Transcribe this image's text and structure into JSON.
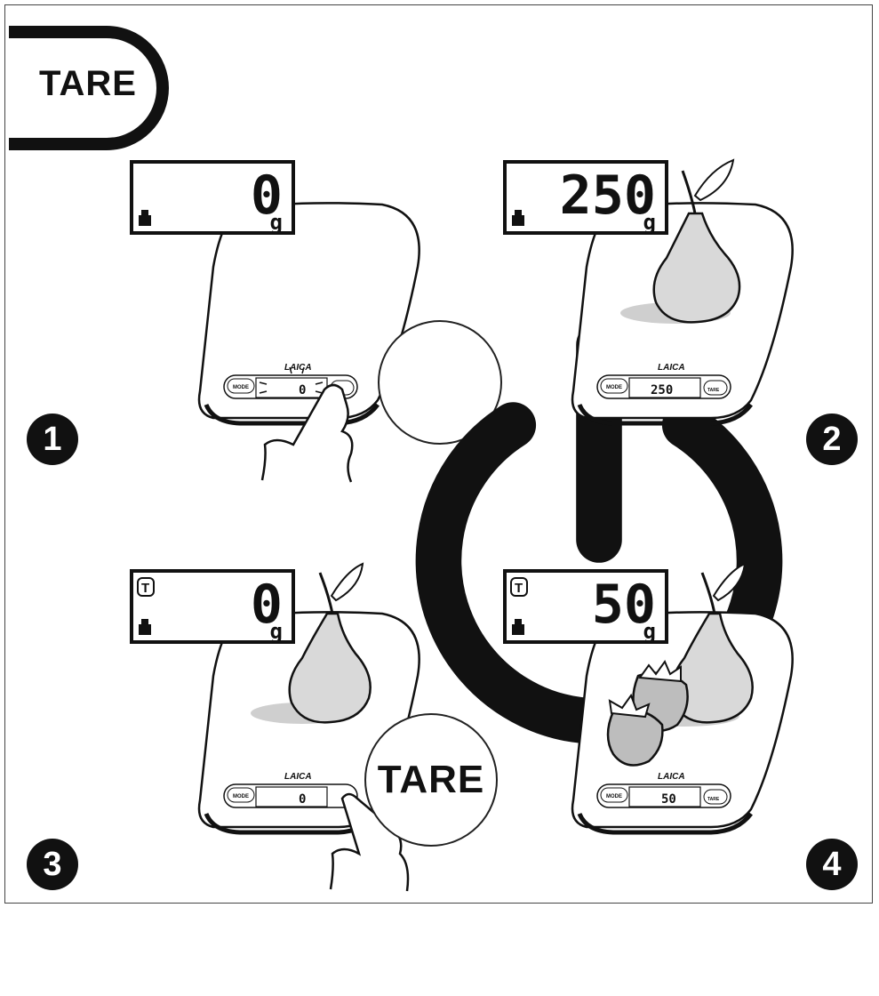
{
  "tab": {
    "label": "TARE"
  },
  "lcd_icons": {
    "weight": "weight-icon",
    "tare": "tare-indicator-icon"
  },
  "unit": "g",
  "brand": "LAICA",
  "buttons": {
    "mode": "MODE",
    "tare": "TARE"
  },
  "power_icon": "power-icon",
  "panels": [
    {
      "step": "1",
      "display_value": "0",
      "tare_active": false,
      "callout": "power-icon"
    },
    {
      "step": "2",
      "display_value": "250",
      "tare_active": false,
      "callout": ""
    },
    {
      "step": "3",
      "display_value": "0",
      "tare_active": true,
      "callout": "TARE"
    },
    {
      "step": "4",
      "display_value": "50",
      "tare_active": true,
      "callout": ""
    }
  ],
  "tare_indicator_letter": "T",
  "colors": {
    "ink": "#111111",
    "fruit": "#d9d9d9",
    "shadow": "#cfcfcf"
  }
}
